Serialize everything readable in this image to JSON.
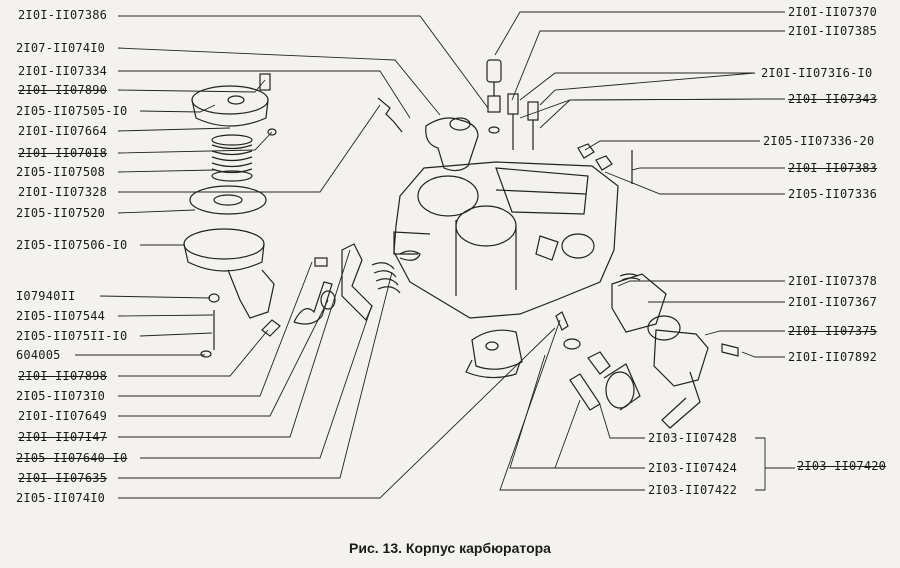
{
  "caption": "Рис. 13. Корпус карбюратора",
  "labels": {
    "left": [
      "2I0I-II07386",
      "2I07-II074I0",
      "2I0I-II07334",
      "2I0I-II07890",
      "2I05-II07505-I0",
      "2I0I-II07664",
      "2I0I-II070I8",
      "2I05-II07508",
      "2I0I-II07328",
      "2I05-II07520",
      "2I05-II07506-I0",
      "I07940II",
      "2I05-II07544",
      "2I05-II075II-I0",
      "604005",
      "2I0I-II07898",
      "2I05-II073I0",
      "2I0I-II07649",
      "2I0I-II07I47",
      "2I05-II07640-I0",
      "2I0I-II07635",
      "2I05-II074I0"
    ],
    "right": [
      "2I0I-II07370",
      "2I0I-II07385",
      "2I0I-II073I6-I0",
      "2I0I-II07343",
      "2I05-II07336-20",
      "2I0I-II07383",
      "2I05-II07336",
      "2I0I-II07378",
      "2I0I-II07367",
      "2I0I-II07375",
      "2I0I-II07892"
    ],
    "bottom": [
      "2I03-II07428",
      "2I03-II07424",
      "2I03-II07422"
    ],
    "group": "2I03-II07420"
  }
}
